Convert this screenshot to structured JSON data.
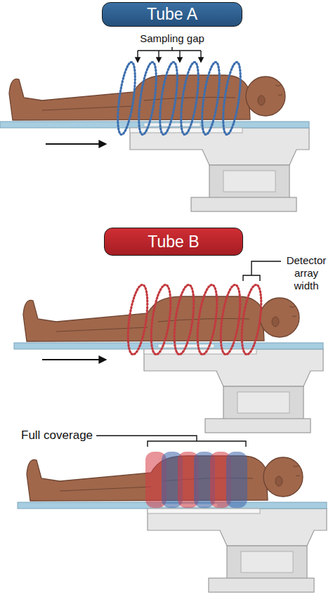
{
  "diagram": {
    "nodes": [
      {
        "text": [
          "Tube A"
        ]
      },
      {
        "text": [
          "Tube B"
        ]
      }
    ],
    "labels": [
      "Sampling gap",
      "Detector array width",
      "Full coverage"
    ]
  }
}
